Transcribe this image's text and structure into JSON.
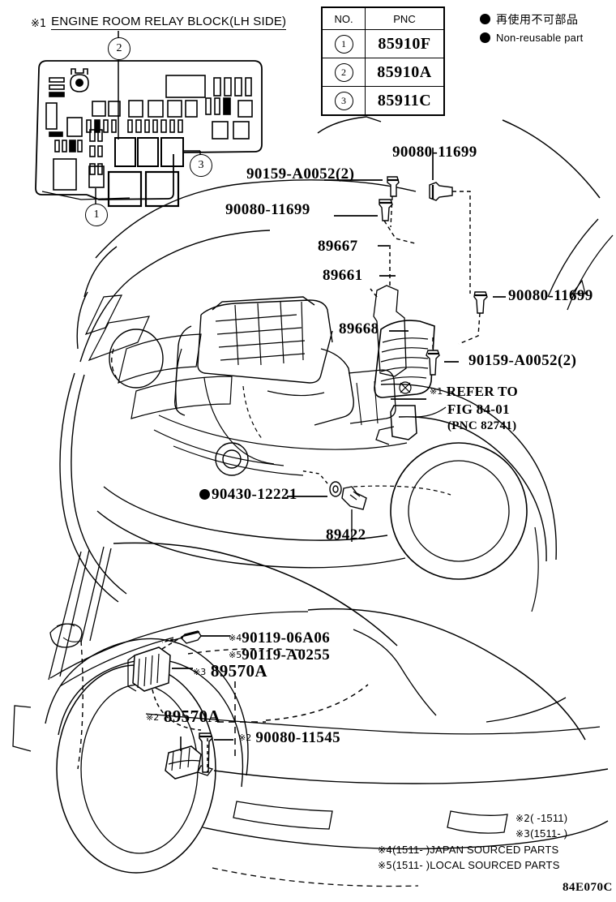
{
  "header": {
    "section_mark": "※1",
    "section_title": "ENGINE ROOM RELAY BLOCK(LH SIDE)"
  },
  "parts_table": {
    "columns": [
      "NO.",
      "PNC"
    ],
    "rows": [
      {
        "no": "1",
        "pnc": "85910F"
      },
      {
        "no": "2",
        "pnc": "85910A"
      },
      {
        "no": "3",
        "pnc": "85911C"
      }
    ]
  },
  "legend": {
    "japanese": "再使用不可部品",
    "english": "Non-reusable part"
  },
  "relay_block_callouts": [
    {
      "id": "callout-1",
      "label": "1"
    },
    {
      "id": "callout-2",
      "label": "2"
    },
    {
      "id": "callout-3",
      "label": "3"
    }
  ],
  "upper_labels": [
    {
      "id": "label-90159-a0052-top",
      "text": "90159-A0052(2)"
    },
    {
      "id": "label-90080-11699-top",
      "text": "90080-11699"
    },
    {
      "id": "label-90080-11699-left",
      "text": "90080-11699"
    },
    {
      "id": "label-89667",
      "text": "89667"
    },
    {
      "id": "label-89661",
      "text": "89661"
    },
    {
      "id": "label-89668",
      "text": "89668"
    },
    {
      "id": "label-90080-11699-right",
      "text": "90080-11699"
    },
    {
      "id": "label-90159-a0052-bottom",
      "text": "90159-A0052(2)"
    },
    {
      "id": "label-90430-12221",
      "text": "90430-12221",
      "non_reusable": true
    },
    {
      "id": "label-89422",
      "text": "89422"
    }
  ],
  "refer_note": {
    "mark": "※1",
    "line1": "REFER TO",
    "line2": "FIG 84-01",
    "line3": "(PNC 82741)"
  },
  "lower_labels": [
    {
      "id": "label-90119-06a06",
      "mark": "※4",
      "text": "90119-06A06"
    },
    {
      "id": "label-90119-a0255",
      "mark": "※5",
      "text": "90119-A0255"
    },
    {
      "id": "label-89570a-upper",
      "mark": "※3",
      "text": "89570A"
    },
    {
      "id": "label-89570a-lower",
      "mark": "※2",
      "text": "89570A"
    },
    {
      "id": "label-90080-11545",
      "mark": "※2",
      "text": "90080-11545"
    }
  ],
  "footnotes": [
    {
      "id": "footnote-2",
      "mark": "※2",
      "text": "(      -1511)"
    },
    {
      "id": "footnote-3",
      "mark": "※3",
      "text": "(1511-      )"
    },
    {
      "id": "footnote-4",
      "mark": "※4",
      "text": "(1511-      )JAPAN SOURCED PARTS"
    },
    {
      "id": "footnote-5",
      "mark": "※5",
      "text": "(1511-      )LOCAL SOURCED PARTS"
    }
  ],
  "diagram_code": "84E070C",
  "colors": {
    "ink": "#000000",
    "paper": "#ffffff"
  }
}
